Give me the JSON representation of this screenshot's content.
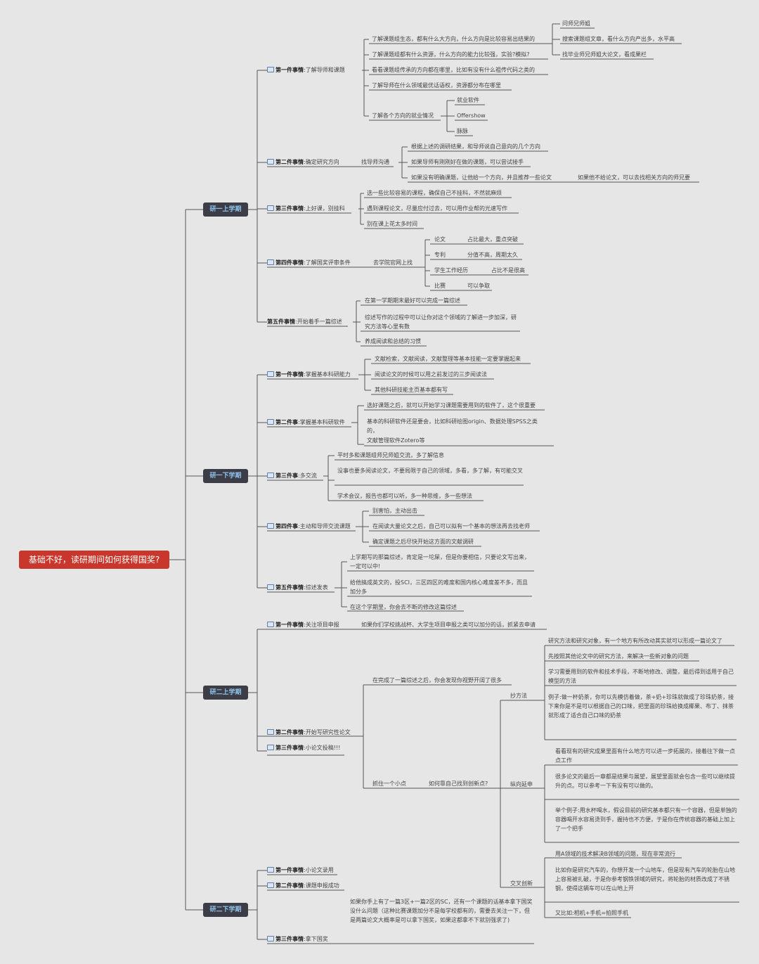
{
  "root": "基础不好，读研期间如何获得国奖?",
  "stages": {
    "s1": {
      "label": "研一上学期",
      "t1": {
        "label": "第一件事情",
        "text": ":了解导师和课题",
        "i1": "了解课题组生态，都有什么大方向，什么方向是比较容易出结果的",
        "i2": "了解课题组都有什么资源，什么方向的能力比较强，实验?模拟?",
        "i3": "看看课题组传承的方向都在哪里，比如有没有什么祖传代码之类的",
        "i4": "了解导师在什么领域最优话语权，资源都分布在哪里",
        "i5": "了解各个方向的就业情况",
        "s1a": "问师兄师姐",
        "s1b": "搜索课题组文章，看什么方向产出多，水平高",
        "s1c": "找毕业师兄师姐大论文，看成果栏",
        "s5a": "就业软件",
        "s5b": "Offershow",
        "s5c": "脉脉"
      },
      "t2": {
        "label": "第二件事情",
        "text": ":确定研究方向",
        "mid": "找导师沟通",
        "i1": "根据上述的调研结果，和导师说自己意向的几个方向",
        "i2": "如果导师有刚刚好在做的课题，可以尝试接手",
        "i3": "如果没有明确课题，让他给一个方向，并且推荐一些论文",
        "i3b": "如果他不给论文，可以去找相关方向的师兄要"
      },
      "t3": {
        "label": "第三件事情",
        "text": ":上好课，别挂科",
        "i1": "选一些比较容易的课程，确保自己不挂科，不然就麻烦",
        "i2": "遇到课程论文，尽量应付过去，可以用作业帮的光速写作",
        "i3": "别在课上花太多时间"
      },
      "t4": {
        "label": "第四件事情",
        "text": ":了解国奖评审条件",
        "mid": "去学院官网上找",
        "c1": "论文",
        "c1b": "占比最大，重点突破",
        "c2": "专利",
        "c2b": "分值不高，周期太久",
        "c3": "学生工作经历",
        "c3b": "占比不是很高",
        "c4": "比赛",
        "c4b": "可以争取"
      },
      "t5": {
        "label": "第五件事情",
        "text": ":开始着手一篇综述",
        "i1": "在第一学期期末最好可以完成一篇综述",
        "i2": "综述写作的过程中可以让你对这个领域的了解进一步加深，研究方法等心里有数",
        "i3": "养成阅读和总结的习惯"
      }
    },
    "s2": {
      "label": "研一下学期",
      "t1": {
        "label": "第一件事情",
        "text": ":掌握基本科研能力",
        "i1": "文献检索，文献阅读，文献整理等基本技能一定要掌握起来",
        "i2": "阅读论文的时候可以用之前发过的三步阅读法",
        "i3": "其他科研技能主页基本都有写"
      },
      "t2": {
        "label": "第二件事",
        "text": ":掌握基本科研软件",
        "i1": "选好课题之后，就可以开始学习课题需要用到的软件了，这个很重要",
        "i2": "基本的科研软件还是要会，比如科研绘图origin、数据处理SPSS之类的，",
        "i3": "文献管理软件Zotero等"
      },
      "t3": {
        "label": "第三件事",
        "text": ":多交流",
        "i1": "平时多和课题组师兄师姐交流，多了解信息",
        "i2": "没事也要多阅读论文，不要局限于自己的领域，多看，多了解，有可能交叉",
        "i3": "学术会议，报告也都可以听，多一种思维，多一些想法"
      },
      "t4": {
        "label": "第四件事",
        "text": ":主动和导师交流课题",
        "i1": "别害怕，主动出击",
        "i2": "在阅读大量论文之后，自己可以拟有一个基本的想法再去找老师",
        "i3": "确定课题之后尽快开始这方面的文献调研"
      },
      "t5": {
        "label": "第五件事情",
        "text": ":综述发表",
        "i1": "上学期写的那篇综述，肯定是一坨屎，但是你要相信，只要论文写出来，一定可以中!",
        "i2": "给他搞成英文的，投SCI，三区四区的难度和国内核心难度差不多，而且加分多",
        "i3": "在这个学期里，你会去不断的修改这篇综述"
      }
    },
    "s3": {
      "label": "研二上学期",
      "t1": {
        "label": "第一件事情",
        "text": ":关注项目申报",
        "i1": "如果你们学校挑战杯、大学生项目申报之类可以加分的话，抓紧去申请"
      },
      "t2": {
        "label": "第二件事情",
        "text": ":开始写研究性论文",
        "a": "在完成了一篇综述之后，你会发现你视野开阔了很多",
        "b": "抓住一个小点",
        "c": "如何靠自己找到创新点?",
        "m1": "抄方法",
        "m1a": "研究方法和研究对象，有一个地方有所改动其实就可以形成一篇论文了",
        "m1b": "先按照其他论文中的研究方法，来解决一些新对象的问题",
        "m1c": "学习需要用到的软件和技术手段，不断地修改、调整，最后得到适用于自己模型的方法",
        "m1d": "例子:做一杯奶茶，你可以先模仿着做，茶+奶+珍珠就做成了珍珠奶茶，接下来你是不是可以根据自己的口味，把里面的珍珠给换成椰果、布丁、抹茶就形成了适合自己口味的奶茶",
        "m2": "纵向延申",
        "m2a": "看看现有的研究成果里面有什么地方可以进一步拓展的，接着往下做一点点工作",
        "m2b": "很多论文的最后一章都是结果与展望，展望里面就会包含一些可以继续提升的点。可以参考一下有没有可以做的。",
        "m2c": "举个例子:用水杯喝水，假设目前的研究基本都只有一个容器，但是单独的容器喝开水容易烫到手，握持也不方便，于是你在传统容器的基础上加上了一个把手",
        "m3": "交叉创新",
        "m3a": "用A领域的技术解决B领域的问题，现在非常流行",
        "m3b": "比如你是研究汽车的，你想开发一个山地车，但是现有汽车的轮胎在山地上容易被扎破，于是你参考钢铁领域的研究，将轮胎的材质改成了不锈钢，使得这辆车可以在山地上开",
        "m3c": "又比如:相机+手机=拍照手机"
      },
      "t3": {
        "label": "第三件事情",
        "text": ":小论文投稿!!!"
      }
    },
    "s4": {
      "label": "研二下学期",
      "t1": {
        "label": "第一件事情",
        "text": ":小论文录用"
      },
      "t2": {
        "label": "第二件事情",
        "text": ":课题申报成功"
      },
      "t3": {
        "label": "第三件事情",
        "text": ":拿下国奖",
        "i1": "如果你手上有了一篇3区+一篇2区的SC，还有一个课题的话基本拿下国奖没什么问题（这种比赛课题加分不是每学校都有的，需要去关注一下，但是两篇论文大概率是可以拿下国奖，如果这都拿不下就别强求了)"
      }
    }
  }
}
